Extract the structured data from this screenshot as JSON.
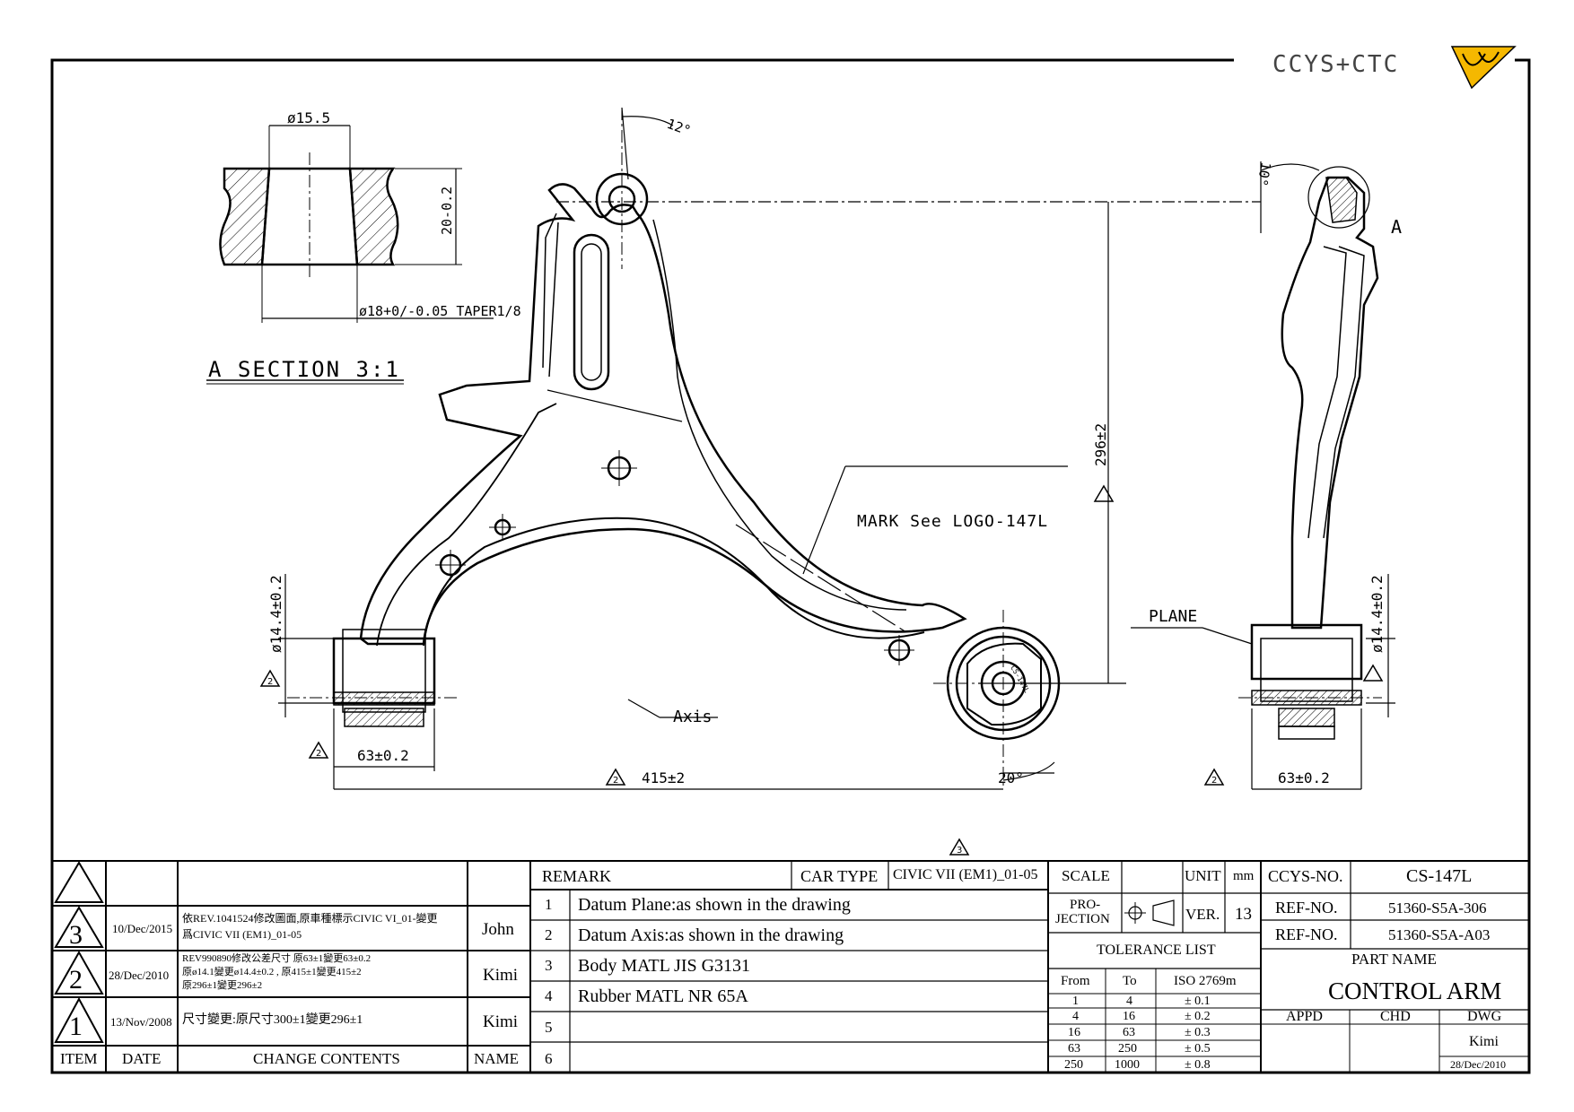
{
  "logo": {
    "text": "CCYS+CTC"
  },
  "drawing": {
    "section": {
      "title": "A SECTION 3:1",
      "dim_top": "ø15.5",
      "dim_bottom": "ø18+0/-0.05 TAPER1/8",
      "dim_height": "20-0.2"
    },
    "dims": {
      "angle_top": "12°",
      "angle_side": "10°",
      "height": "296±2",
      "dia_left": "ø14.4±0.2",
      "dia_right": "ø14.4±0.2",
      "width_left": "63±0.2",
      "width_right": "63±0.2",
      "length": "415±2",
      "angle_bottom": "20°"
    },
    "labels": {
      "mark": "MARK See LOGO-147L",
      "axis": "Axis",
      "plane": "PLANE",
      "section_letter": "A",
      "bushing_text": "CS-147L"
    },
    "rev_markers": {
      "two": "2",
      "three": "3"
    }
  },
  "title_block": {
    "revisions": [
      {
        "item": "3",
        "date": "10/Dec/2015",
        "content_1": "依REV.1041524修改圖面,原車種標示CIVIC VI_01-變更",
        "content_2": "爲CIVIC VII (EM1)_01-05",
        "name": "John"
      },
      {
        "item": "2",
        "date": "28/Dec/2010",
        "content_1": "REV990890修改公差尺寸 原63±1變更63±0.2",
        "content_2": "原ø14.1變更ø14.4±0.2 , 原415±1變更415±2",
        "content_3": "原296±1變更296±2",
        "name": "Kimi"
      },
      {
        "item": "1",
        "date": "13/Nov/2008",
        "content_1": "尺寸變更:原尺寸300±1變更296±1",
        "name": "Kimi"
      }
    ],
    "headers": {
      "item": "ITEM",
      "date": "DATE",
      "change": "CHANGE CONTENTS",
      "name": "NAME"
    },
    "remark_label": "REMARK",
    "car_type_label": "CAR TYPE",
    "car_type": "CIVIC VII (EM1)_01-05",
    "remarks": [
      {
        "n": "1",
        "text": "Datum Plane:as shown in the drawing"
      },
      {
        "n": "2",
        "text": "Datum Axis:as shown in the drawing"
      },
      {
        "n": "3",
        "text": "Body MATL JIS G3131"
      },
      {
        "n": "4",
        "text": "Rubber MATL NR 65A"
      },
      {
        "n": "5",
        "text": ""
      },
      {
        "n": "6",
        "text": ""
      }
    ],
    "scale_label": "SCALE",
    "unit_label": "UNIT",
    "unit": "mm",
    "projection_label_1": "PRO-",
    "projection_label_2": "JECTION",
    "ver_label": "VER.",
    "ver": "13",
    "tolerance": {
      "title": "TOLERANCE LIST",
      "headers": [
        "From",
        "To",
        "ISO 2769m"
      ],
      "rows": [
        [
          "1",
          "4",
          "± 0.1"
        ],
        [
          "4",
          "16",
          "± 0.2"
        ],
        [
          "16",
          "63",
          "± 0.3"
        ],
        [
          "63",
          "250",
          "± 0.5"
        ],
        [
          "250",
          "1000",
          "± 0.8"
        ]
      ]
    },
    "ccys_no_label": "CCYS-NO.",
    "ccys_no": "CS-147L",
    "ref_no_label": "REF-NO.",
    "ref_no_1": "51360-S5A-306",
    "ref_no_2": "51360-S5A-A03",
    "part_name_label": "PART NAME",
    "part_name": "CONTROL ARM",
    "appd_label": "APPD",
    "chd_label": "CHD",
    "dwg_label": "DWG",
    "dwg_name": "Kimi",
    "dwg_date": "28/Dec/2010"
  }
}
